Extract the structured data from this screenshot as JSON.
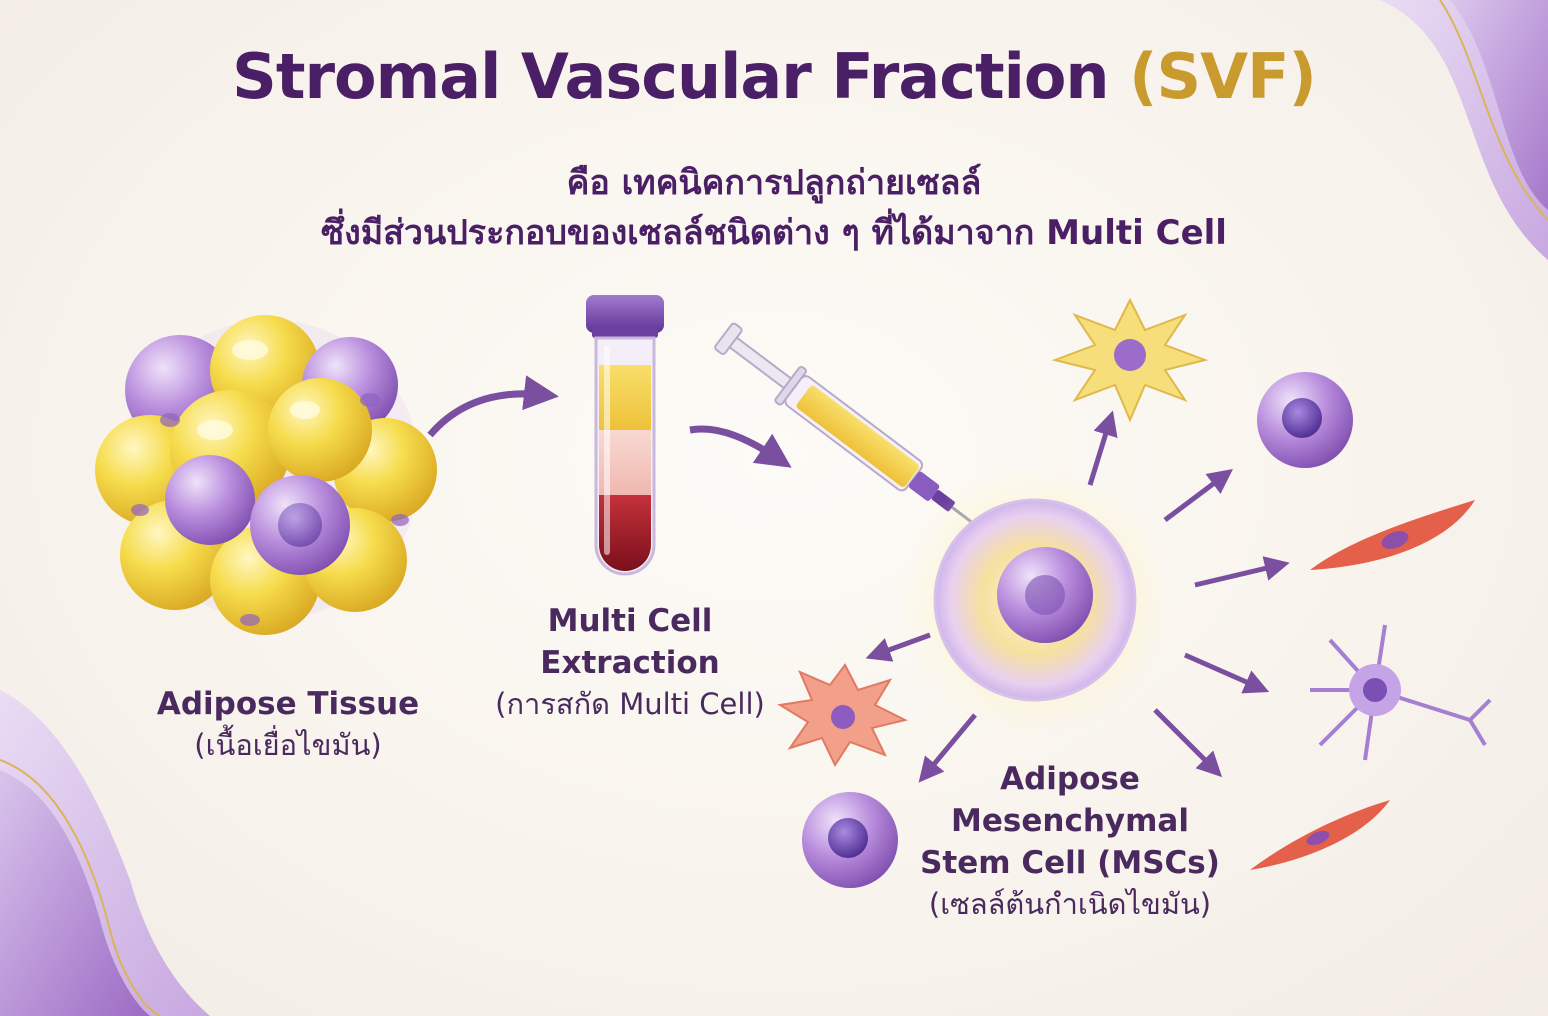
{
  "title": {
    "main": "Stromal Vascular Fraction ",
    "accent": "(SVF)"
  },
  "subtitle": {
    "line1": "คือ เทคนิคการปลูกถ่ายเซลล์",
    "line2": "ซึ่งมีส่วนประกอบของเซลล์ชนิดต่าง ๆ ที่ได้มาจาก Multi Cell"
  },
  "nodes": {
    "adipose_tissue": {
      "label": "Adipose Tissue",
      "thai": "(เนื้อเยื่อไขมัน)"
    },
    "extraction": {
      "label_line1": "Multi Cell",
      "label_line2": "Extraction",
      "thai": "(การสกัด Multi Cell)"
    },
    "msc": {
      "label_line1": "Adipose",
      "label_line2": "Mesenchymal",
      "label_line3": "Stem Cell (MSCs)",
      "thai": "(เซลล์ต้นกำเนิดไขมัน)"
    }
  },
  "colors": {
    "title": "#4a1f66",
    "accent": "#c99a2e",
    "arrow": "#7a4fa0",
    "fat_yellow": "#f5d84a",
    "cell_purple": "#b48ad8"
  }
}
